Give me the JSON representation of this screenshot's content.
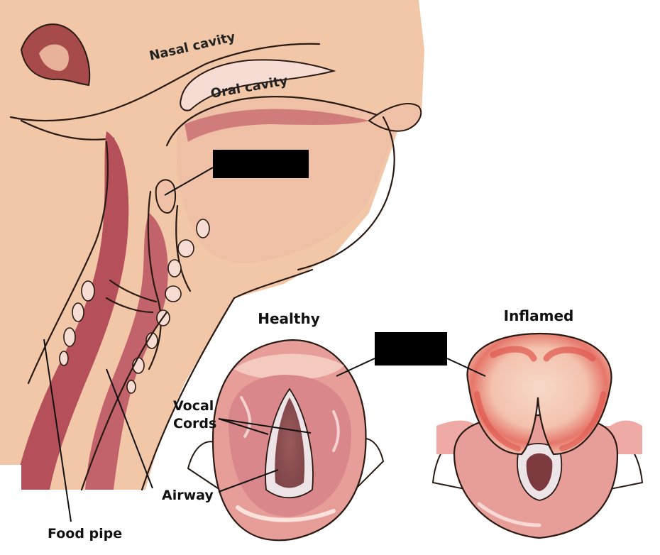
{
  "labels": {
    "nasal_cavity": "Nasal cavity",
    "oral_cavity": "Oral cavity",
    "healthy": "Healthy",
    "inflamed": "Inflamed",
    "vocal": "Vocal",
    "cords": "Cords",
    "airway": "Airway",
    "food_pipe": "Food pipe"
  },
  "colors": {
    "skin": "#f2c7a8",
    "tissue_dark": "#b5505a",
    "tissue_mid": "#d98a86",
    "cavity_light": "#f6dcd2",
    "outline": "#2a1a14",
    "inflamed_red": "#e0574f",
    "redaction": "#000000"
  }
}
